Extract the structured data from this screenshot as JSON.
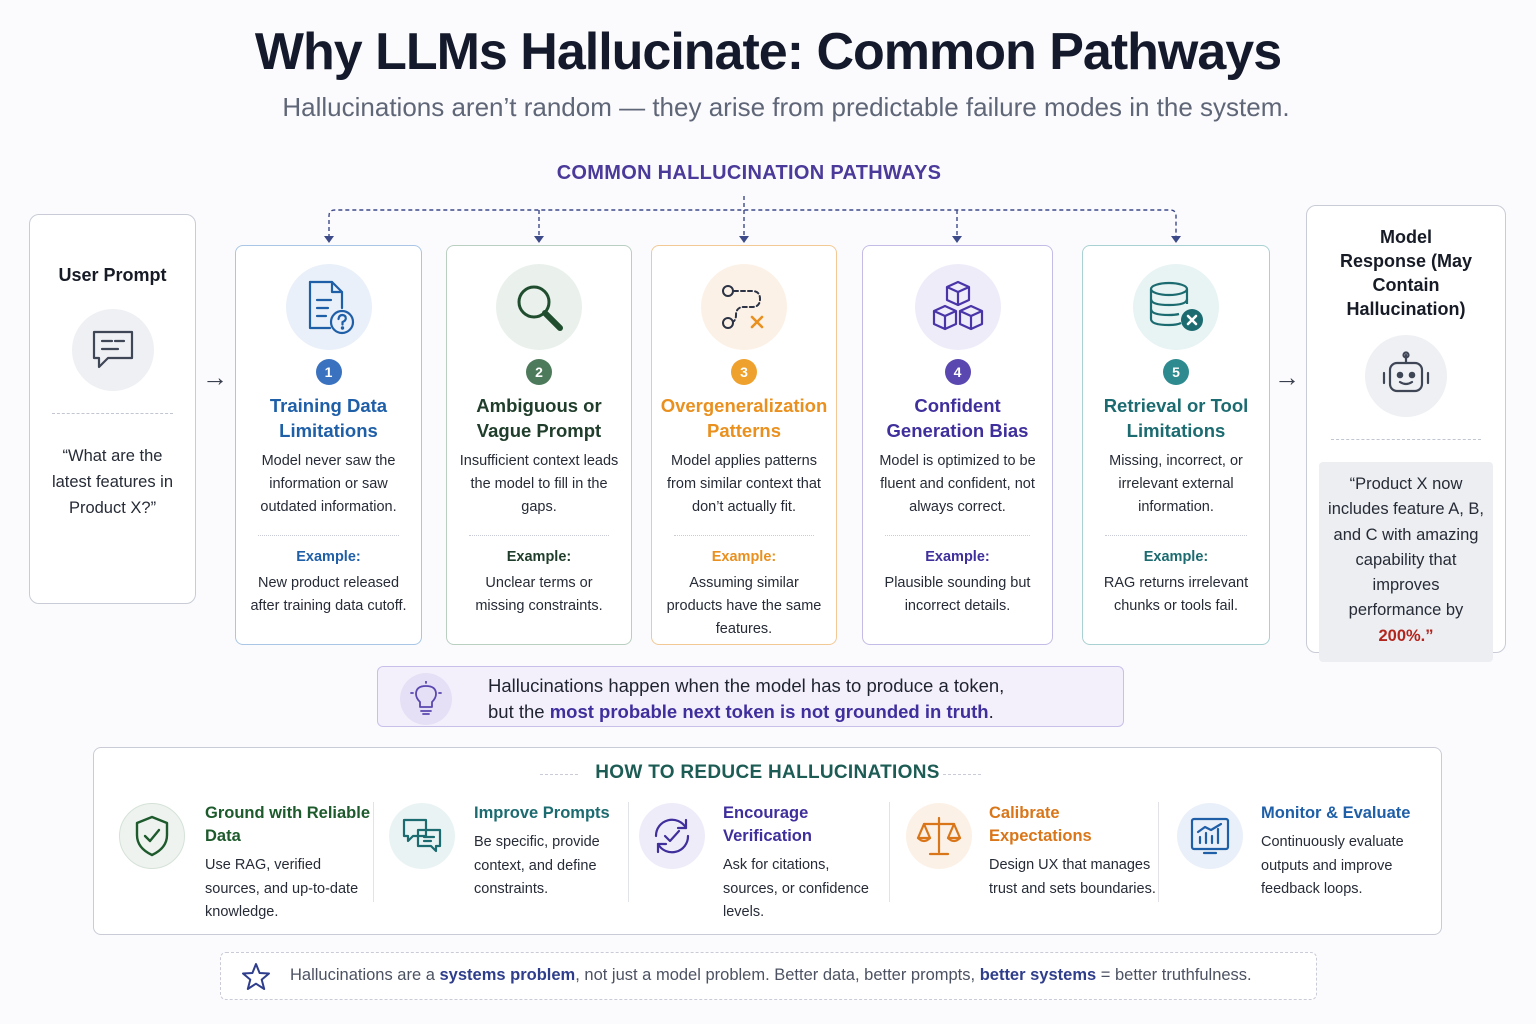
{
  "header": {
    "title": "Why LLMs Hallucinate: Common Pathways",
    "subtitle": "Hallucinations aren’t random — they arise from predictable failure modes in the system."
  },
  "pathways_heading": "COMMON HALLUCINATION PATHWAYS",
  "user_prompt": {
    "title": "User Prompt",
    "icon": "chat-bubble-icon",
    "quote": "“What are the latest features in Product X?”"
  },
  "model_response": {
    "title": "Model Response (May Contain Hallucination)",
    "icon": "robot-icon",
    "quote_main": "“Product X now includes feature A, B, and C with amazing capability that improves performance by",
    "quote_highlight": "200%.”"
  },
  "pathways": [
    {
      "number": "1",
      "title": "Training Data Limitations",
      "description": "Model never saw the information or saw outdated information.",
      "example_label": "Example:",
      "example": "New product released after training data cutoff.",
      "icon": "document-question-icon",
      "color": "#1f5fa8"
    },
    {
      "number": "2",
      "title": "Ambiguous or Vague Prompt",
      "description": "Insufficient context leads the model to fill in the gaps.",
      "example_label": "Example:",
      "example": "Unclear terms or missing constraints.",
      "icon": "magnifier-icon",
      "color": "#1f4d2e"
    },
    {
      "number": "3",
      "title": "Overgeneralization Patterns",
      "description": "Model applies patterns from similar context that don’t actually fit.",
      "example_label": "Example:",
      "example": "Assuming similar products have the same features.",
      "icon": "path-x-icon",
      "color": "#e9901f"
    },
    {
      "number": "4",
      "title": "Confident Generation Bias",
      "description": "Model is optimized to be fluent and confident, not always correct.",
      "example_label": "Example:",
      "example": "Plausible sounding but incorrect details.",
      "icon": "cubes-icon",
      "color": "#3f2f9c"
    },
    {
      "number": "5",
      "title": "Retrieval or Tool Limitations",
      "description": "Missing, incorrect, or irrelevant external information.",
      "example_label": "Example:",
      "example": "RAG returns irrelevant chunks or tools fail.",
      "icon": "database-x-icon",
      "color": "#1b6b70"
    }
  ],
  "insight": {
    "icon": "lightbulb-icon",
    "line1": "Hallucinations happen when the model has to produce a token,",
    "line2_prefix": "but the ",
    "line2_highlight": "most probable next token is not grounded in truth",
    "line2_suffix": "."
  },
  "reduce": {
    "heading": "HOW TO REDUCE HALLUCINATIONS",
    "items": [
      {
        "title": "Ground with Reliable Data",
        "description": "Use RAG, verified sources, and up-to-date knowledge.",
        "icon": "shield-check-icon",
        "color": "#1d5a2c"
      },
      {
        "title": "Improve Prompts",
        "description": "Be specific, provide context, and define constraints.",
        "icon": "chat-edit-icon",
        "color": "#1b6b70"
      },
      {
        "title": "Encourage Verification",
        "description": "Ask for citations, sources, or confidence levels.",
        "icon": "check-cycle-icon",
        "color": "#3f2f9c"
      },
      {
        "title": "Calibrate Expectations",
        "description": "Design UX that manages trust and sets boundaries.",
        "icon": "scales-icon",
        "color": "#d9761a"
      },
      {
        "title": "Monitor & Evaluate",
        "description": "Continuously evaluate outputs and improve feedback loops.",
        "icon": "chart-monitor-icon",
        "color": "#1f5fa8"
      }
    ]
  },
  "footer": {
    "icon": "star-icon",
    "part1": "Hallucinations are a ",
    "highlight1": "systems problem",
    "part2": ", not just a model problem. Better data, better prompts, ",
    "highlight2": "better systems",
    "part3": " = better truthfulness."
  }
}
